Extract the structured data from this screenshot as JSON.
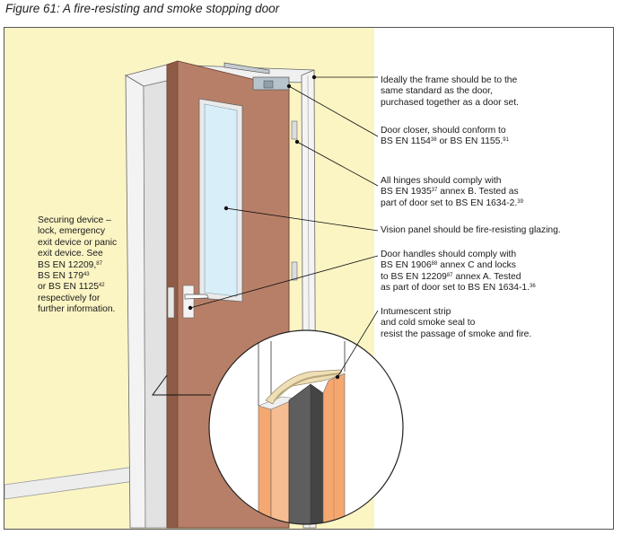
{
  "figure_title": "Figure 61: A fire-resisting and smoke stopping door",
  "colors": {
    "wall": "#fbf5c4",
    "door": "#b87f68",
    "door_edge": "#8e5b46",
    "frame": "#f2f2f2",
    "glass": "#d8eef8",
    "seal": "#f4a870",
    "strip": "#5e5e5e"
  },
  "labels": {
    "frame": [
      "Ideally the frame should be to the",
      "same standard as the door,",
      "purchased together as a door set."
    ],
    "closer": {
      "line1": "Door closer, should conform to",
      "a": "BS EN 1154",
      "a_ref": "38",
      "mid": " or BS EN 1155.",
      "b_ref": "91"
    },
    "hinges": {
      "line1": "All hinges should comply with",
      "a": "BS EN 1935",
      "a_ref": "37",
      "a_tail": " annex B. Tested as",
      "b": "part of door set to BS EN 1634-2.",
      "b_ref": "39"
    },
    "vision": "Vision panel should be fire-resisting glazing.",
    "handles": {
      "a": "Door handles should comply with",
      "b": "BS EN 1906",
      "b_ref": "88",
      "b_tail": " annex C and locks",
      "c": "to BS EN 12209",
      "c_ref": "87",
      "c_tail": " annex A. Tested",
      "d": "as part of door set to BS EN 1634-1.",
      "d_ref": "36"
    },
    "strip": [
      "Intumescent strip",
      "and cold smoke seal to",
      "resist the passage of smoke and fire."
    ],
    "securing": {
      "l1": "Securing device –",
      "l2": "lock, emergency",
      "l3": "exit device or panic",
      "l4": "exit device. See",
      "l5": "BS EN 12209,",
      "l5_ref": "87",
      "l6": "BS EN 179",
      "l6_ref": "43",
      "l7": "or BS EN 1125",
      "l7_ref": "42",
      "l8": "respectively for",
      "l9": "further information."
    }
  }
}
